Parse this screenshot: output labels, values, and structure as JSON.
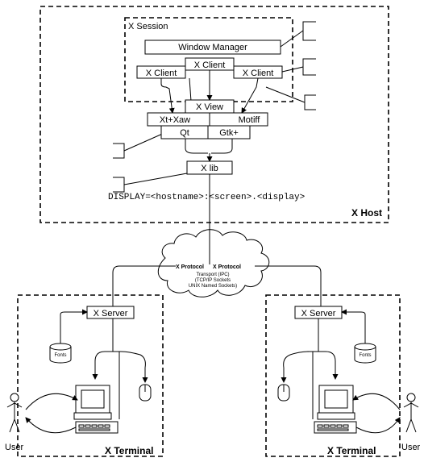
{
  "host": {
    "label": "X Host",
    "session_label": "X Session",
    "window_manager": "Window Manager",
    "clients": [
      "X Client",
      "X Client",
      "X Client"
    ],
    "xview": "X View",
    "xt_xaw": "Xt+Xaw",
    "motiff": "Motiff",
    "qt": "Qt",
    "gtk": "Gtk+",
    "xlib": "X lib",
    "display": "DISPLAY=<hostname>:<screen>.<display>"
  },
  "network": {
    "protocol_left": "X Protocol",
    "protocol_right": "X Protocol",
    "transport_lines": [
      "Transport (IPC)",
      "(TCP/IP Sockets",
      "UNIX Named Sockets)"
    ]
  },
  "terminal_left": {
    "label": "X Terminal",
    "server": "X Server",
    "fonts": "Fonts",
    "user": "User"
  },
  "terminal_right": {
    "label": "X Terminal",
    "server": "X Server",
    "fonts": "Fonts",
    "user": "User"
  }
}
